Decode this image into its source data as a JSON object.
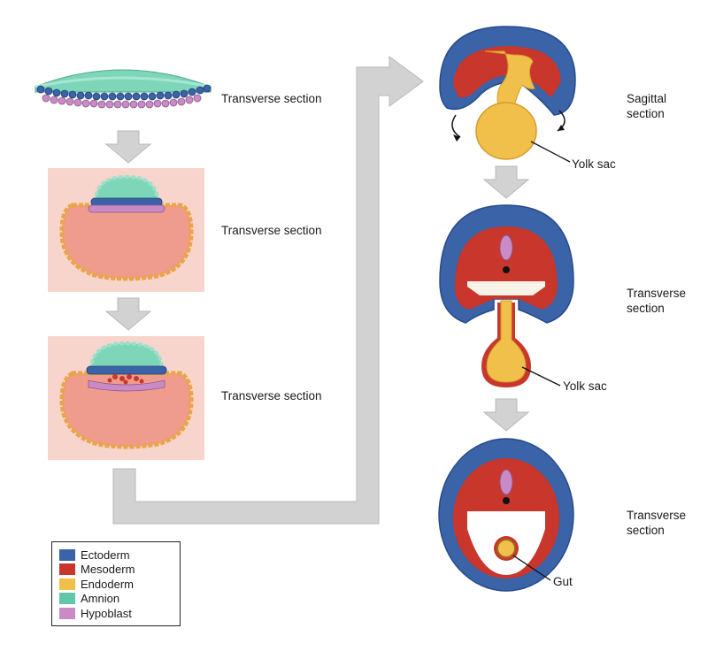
{
  "labels": {
    "transverse_1": "Transverse section",
    "transverse_2": "Transverse section",
    "transverse_3": "Transverse section",
    "sagittal": "Sagittal\nsection",
    "transverse_4": "Transverse\nsection",
    "transverse_5": "Transverse\nsection",
    "yolk_sac_1": "Yolk sac",
    "yolk_sac_2": "Yolk sac",
    "gut": "Gut"
  },
  "legend": [
    {
      "label": "Ectoderm",
      "color": "#3a63a8"
    },
    {
      "label": "Mesoderm",
      "color": "#c8362c"
    },
    {
      "label": "Endoderm",
      "color": "#f1c04b"
    },
    {
      "label": "Amnion",
      "color": "#63c6a8"
    },
    {
      "label": "Hypoblast",
      "color": "#c98ac6"
    }
  ],
  "colors": {
    "ectoderm": "#3a63a8",
    "mesoderm": "#c8362c",
    "endoderm": "#f1c04b",
    "amnion": "#63c6a8",
    "hypoblast": "#c98ac6",
    "trophoblast": "#e9a548",
    "tissue_bg": "#f8d5cc",
    "blastocoel": "#ef9c8e",
    "arrow": "#cfcfcf"
  }
}
